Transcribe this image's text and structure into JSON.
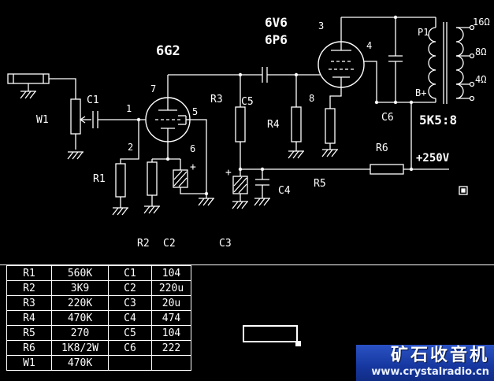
{
  "colors": {
    "background": "#000000",
    "line": "#ffffff",
    "watermark_bg": "#16379f",
    "watermark_text": "#ffffff"
  },
  "schematic": {
    "labels": {
      "tube1": "6G2",
      "tube2a": "6V6",
      "tube2b": "6P6",
      "pin7": "7",
      "pin1": "1",
      "pin5": "5",
      "pin2": "2",
      "pin6": "6",
      "pin3": "3",
      "pin4": "4",
      "pin8": "8",
      "w1": "W1",
      "c1": "C1",
      "r1": "R1",
      "r2": "R2",
      "c2": "C2",
      "c3": "C3",
      "r3": "R3",
      "c5": "C5",
      "r4": "R4",
      "c4": "C4",
      "r5": "R5",
      "r6": "R6",
      "c6": "C6",
      "p1": "P1",
      "bplus": "B+",
      "ratio": "5K5:8",
      "supply": "+250V",
      "plus_c2": "+",
      "plus_c3": "+",
      "tap16": "16Ω",
      "tap8": "8Ω",
      "tap4": "4Ω"
    }
  },
  "parts_table": {
    "rows": [
      [
        "R1",
        "560K",
        "C1",
        "104"
      ],
      [
        "R2",
        "3K9",
        "C2",
        "220u"
      ],
      [
        "R3",
        "220K",
        "C3",
        "20u"
      ],
      [
        "R4",
        "470K",
        "C4",
        "474"
      ],
      [
        "R5",
        "270",
        "C5",
        "104"
      ],
      [
        "R6",
        "1K8/2W",
        "C6",
        "222"
      ],
      [
        "W1",
        "470K",
        "",
        ""
      ]
    ]
  },
  "watermark": {
    "title": "矿石收音机",
    "url": "www.crystalradio.cn"
  }
}
